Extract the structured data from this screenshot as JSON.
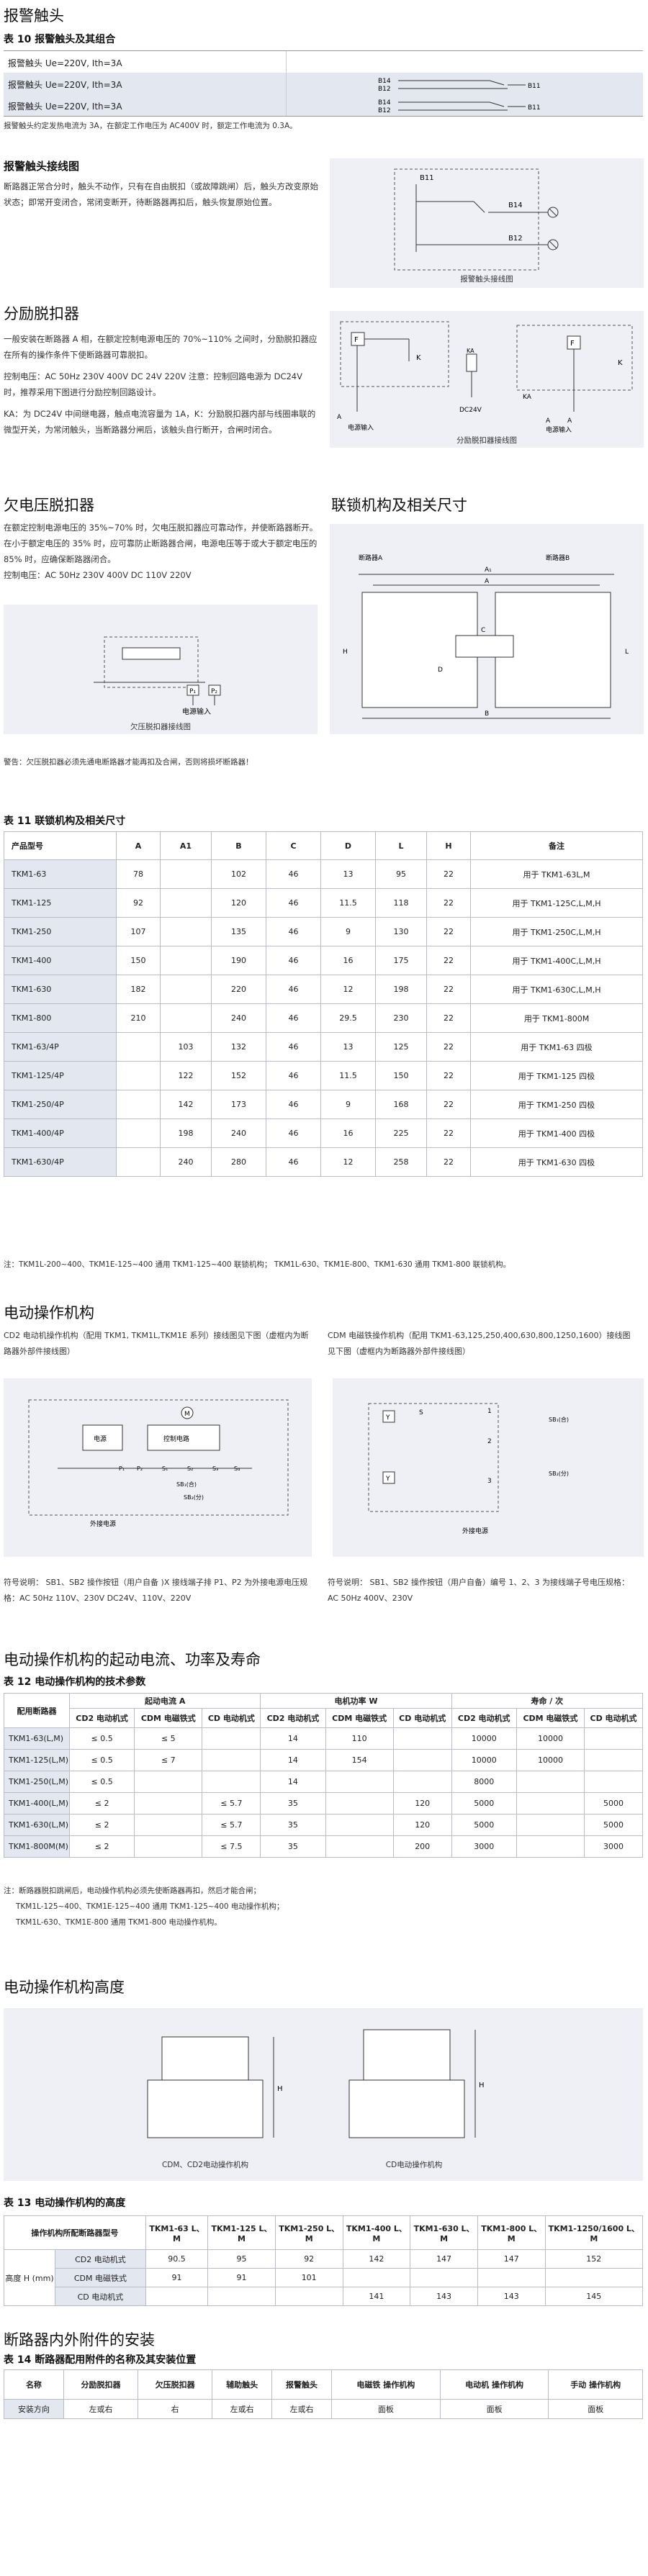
{
  "s1": {
    "title": "报警触头",
    "t10_title": "表 10 报警触头及其组合",
    "rows": [
      "报警触头 Ue=220V, Ith=3A",
      "报警触头 Ue=220V, Ith=3A",
      "报警触头 Ue=220V, Ith=3A"
    ],
    "lbl": {
      "b14": "B14",
      "b12": "B12",
      "b11": "B11"
    },
    "note": "报警触头约定发热电流为 3A，在额定工作电压为 AC400V 时，额定工作电流为 0.3A。"
  },
  "s2": {
    "title": "报警触头接线图",
    "body": [
      "断路器正常合分时，触头不动作，只有在自由脱扣（或故障跳闸）后，触头方改变原始状态；即常开变闭合，常闭变断开，待断路器再扣后，触头恢复原始位置。"
    ],
    "fig_lbl": {
      "b11": "B11",
      "b14": "B14",
      "b12": "B12"
    },
    "fig_cap": "报警触头接线图"
  },
  "s3": {
    "title": "分励脱扣器",
    "body": [
      "一般安装在断路器 A 相，在额定控制电源电压的 70%~110% 之间时，分励脱扣器应在所有的操作条件下使断路器可靠脱扣。",
      "控制电压：AC 50Hz 230V 400V DC 24V 220V 注意：控制回路电源为 DC24V 时，推荐采用下图进行分励控制回路设计。",
      "KA：为 DC24V 中间继电器，触点电流容量为 1A，K：分励脱扣器内部与线圈串联的微型开关，为常闭触头，当断路器分闸后，该触头自行断开，合闸时闭合。"
    ],
    "fig_lbl": {
      "f": "F",
      "k": "K",
      "a": "A",
      "ka": "KA",
      "ka_coil": "KA",
      "dc": "DC24V",
      "ka2": "KA",
      "a2": "A",
      "a3": "A",
      "f2": "F",
      "k2": "K",
      "power1": "电源输入",
      "power2": "电源输入"
    },
    "fig_cap": "分励脱扣器接线图"
  },
  "s4": {
    "title": "欠电压脱扣器",
    "body": [
      "在额定控制电源电压的 35%~70% 时，欠电压脱扣器应可靠动作，并使断路器断开。在小于额定电压的 35% 时，应可靠防止断路器合闸，电源电压等于或大于额定电压的 85% 时，应确保断路器闭合。",
      "控制电压：AC 50Hz 230V 400V      DC   110V 220V"
    ],
    "fig_lbl": {
      "p1": "P₁",
      "p2": "P₂",
      "power": "电源输入"
    },
    "fig_cap": "欠压脱扣器接线图"
  },
  "s5": {
    "title": "联锁机构及相关尺寸",
    "fig_lbl": {
      "left": "断路器A",
      "right": "断路器B",
      "a1": "A₁",
      "a": "A",
      "c": "C",
      "d": "D",
      "b": "B",
      "l": "L",
      "h": "H"
    }
  },
  "s4_note": "警告：欠压脱扣器必须先通电断路器才能再扣及合闸，否则将损坏断路器！",
  "t11": {
    "title": "表 11 联锁机构及相关尺寸",
    "headers": [
      "产品型号",
      "A",
      "A1",
      "B",
      "C",
      "D",
      "L",
      "H",
      "备注"
    ],
    "rows": [
      [
        "TKM1-63",
        "78",
        "",
        "102",
        "46",
        "13",
        "95",
        "22",
        "用于 TKM1-63L,M"
      ],
      [
        "TKM1-125",
        "92",
        "",
        "120",
        "46",
        "11.5",
        "118",
        "22",
        "用于 TKM1-125C,L,M,H"
      ],
      [
        "TKM1-250",
        "107",
        "",
        "135",
        "46",
        "9",
        "130",
        "22",
        "用于 TKM1-250C,L,M,H"
      ],
      [
        "TKM1-400",
        "150",
        "",
        "190",
        "46",
        "16",
        "175",
        "22",
        "用于 TKM1-400C,L,M,H"
      ],
      [
        "TKM1-630",
        "182",
        "",
        "220",
        "46",
        "12",
        "198",
        "22",
        "用于 TKM1-630C,L,M,H"
      ],
      [
        "TKM1-800",
        "210",
        "",
        "240",
        "46",
        "29.5",
        "230",
        "22",
        "用于 TKM1-800M"
      ],
      [
        "TKM1-63/4P",
        "",
        "103",
        "132",
        "46",
        "13",
        "125",
        "22",
        "用于 TKM1-63 四极"
      ],
      [
        "TKM1-125/4P",
        "",
        "122",
        "152",
        "46",
        "11.5",
        "150",
        "22",
        "用于 TKM1-125 四极"
      ],
      [
        "TKM1-250/4P",
        "",
        "142",
        "173",
        "46",
        "9",
        "168",
        "22",
        "用于 TKM1-250 四极"
      ],
      [
        "TKM1-400/4P",
        "",
        "198",
        "240",
        "46",
        "16",
        "225",
        "22",
        "用于 TKM1-400 四极"
      ],
      [
        "TKM1-630/4P",
        "",
        "240",
        "280",
        "46",
        "12",
        "258",
        "22",
        "用于 TKM1-630 四极"
      ]
    ],
    "note": "注：TKM1L-200~400、TKM1E-125~400 通用 TKM1-125~400 联锁机构；   TKM1L-630、TKM1E-800、TKM1-630 通用 TKM1-800 联锁机构。"
  },
  "s6": {
    "title": "电动操作机构",
    "left": "CD2 电动机操作机构（配用 TKM1, TKM1L,TKM1E 系列）接线图见下图（虚框内为断路器外部件接线图）",
    "right": "CDM 电磁铁操作机构（配用 TKM1-63,125,250,400,630,800,1250,1600）接线图见下图（虚框内为断路器外部件接线图）",
    "fig_lbl": {
      "m": "M",
      "power": "电源",
      "ctrl": "控制电路",
      "p1": "P₁",
      "p2": "P₂",
      "s1": "S₁",
      "s2": "S₂",
      "s3": "S₃",
      "s4": "S₄",
      "sb1": "SB₁(合)",
      "sb2": "SB₂(分)",
      "ext": "外接电源",
      "y": "Y",
      "s": "S",
      "sb1r": "SB₁(合)",
      "sb2r": "SB₂(分)",
      "r1": "1",
      "r2": "2",
      "r3": "3",
      "extr": "外接电源"
    },
    "left_note": "符号说明：  SB1、SB2 操作按钮（用户自备 )X 接线端子排 P1、P2 为外接电源电压规格：AC 50Hz  110V、230V DC24V、110V、220V",
    "right_note": "符号说明：  SB1、SB2 操作按钮（用户自备）编号 1、2、3 为接线端子号电压规格：AC 50Hz  400V、230V"
  },
  "s7": {
    "title": "电动操作机构的起动电流、功率及寿命",
    "t12_title": "表 12 电动操作机构的技术参数",
    "h_model": "配用断路器",
    "h_cur": "起动电流 A",
    "h_pow": "电机功率 W",
    "h_life": "寿命 / 次",
    "sub": [
      "CD2 电动机式",
      "CDM 电磁铁式",
      "CD 电动机式",
      "CD2 电动机式",
      "CDM 电磁铁式",
      "CD 电动机式",
      "CD2 电动机式",
      "CDM 电磁铁式",
      "CD 电动机式"
    ],
    "rows": [
      [
        "TKM1-63(L,M)",
        "≤ 0.5",
        "≤ 5",
        "",
        "14",
        "110",
        "",
        "10000",
        "10000",
        ""
      ],
      [
        "TKM1-125(L,M)",
        "≤ 0.5",
        "≤ 7",
        "",
        "14",
        "154",
        "",
        "10000",
        "10000",
        ""
      ],
      [
        "TKM1-250(L,M)",
        "≤ 0.5",
        "",
        "",
        "14",
        "",
        "",
        "8000",
        "",
        ""
      ],
      [
        "TKM1-400(L,M)",
        "≤ 2",
        "",
        "≤ 5.7",
        "35",
        "",
        "120",
        "5000",
        "",
        "5000"
      ],
      [
        "TKM1-630(L,M)",
        "≤ 2",
        "",
        "≤ 5.7",
        "35",
        "",
        "120",
        "5000",
        "",
        "5000"
      ],
      [
        "TKM1-800M(M)",
        "≤ 2",
        "",
        "≤ 7.5",
        "35",
        "",
        "200",
        "3000",
        "",
        "3000"
      ]
    ],
    "notes": [
      "注：断路器脱扣跳闸后，电动操作机构必须先使断路器再扣，然后才能合闸；",
      "TKM1L-125~400、TKM1E-125~400 通用 TKM1-125~400 电动操作机构；",
      "TKM1L-630、TKM1E-800 通用 TKM1-800 电动操作机构。"
    ]
  },
  "s8": {
    "title": "电动操作机构高度",
    "cap_left": "CDM、CD2电动操作机构",
    "cap_right": "CD电动操作机构",
    "lbl_h": "H"
  },
  "t13": {
    "title": "表 13 电动操作机构的高度",
    "h0": "操作机构所配断路器型号",
    "cols": [
      "TKM1-63 L、M",
      "TKM1-125 L、M",
      "TKM1-250 L、M",
      "TKM1-400 L、M",
      "TKM1-630 L、M",
      "TKM1-800 L、M",
      "TKM1-1250/1600 L、M"
    ],
    "rowhead": "高度 H (mm)",
    "rows": [
      [
        "CD2 电动机式",
        "90.5",
        "95",
        "92",
        "142",
        "147",
        "147",
        "152"
      ],
      [
        "CDM 电磁铁式",
        "91",
        "91",
        "101",
        "",
        "",
        "",
        ""
      ],
      [
        "CD 电动机式",
        "",
        "",
        "",
        "141",
        "143",
        "143",
        "145"
      ]
    ]
  },
  "s9": {
    "title": "断路器内外附件的安装",
    "t14_title": "表 14 断路器配用附件的名称及其安装位置",
    "headers": [
      "名称",
      "分励脱扣器",
      "欠压脱扣器",
      "辅助触头",
      "报警触头",
      "电磁铁 操作机构",
      "电动机 操作机构",
      "手动 操作机构"
    ],
    "row": [
      "安装方向",
      "左或右",
      "右",
      "左或右",
      "左或右",
      "面板",
      "面板",
      "面板"
    ]
  }
}
